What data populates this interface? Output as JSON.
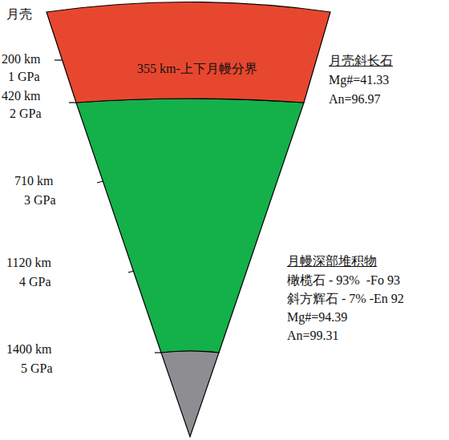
{
  "diagram": {
    "nodes": [
      {
        "text": [
          "355 km-上下月幔分界"
        ]
      }
    ],
    "labels": [
      "月壳",
      "200 km",
      "1 GPa",
      "420 km",
      "2 GPa",
      "710 km",
      "3 GPa",
      "1120 km",
      "4 GPa",
      "1400 km",
      "5 GPa",
      "月壳斜长石",
      "Mg#=41.33",
      "An=96.97",
      "月幔深部堆积物",
      "橄榄石 - 93%  -Fo 93",
      "斜方辉石 - 7% -En 92",
      "Mg#=94.39",
      "An=99.31"
    ]
  }
}
